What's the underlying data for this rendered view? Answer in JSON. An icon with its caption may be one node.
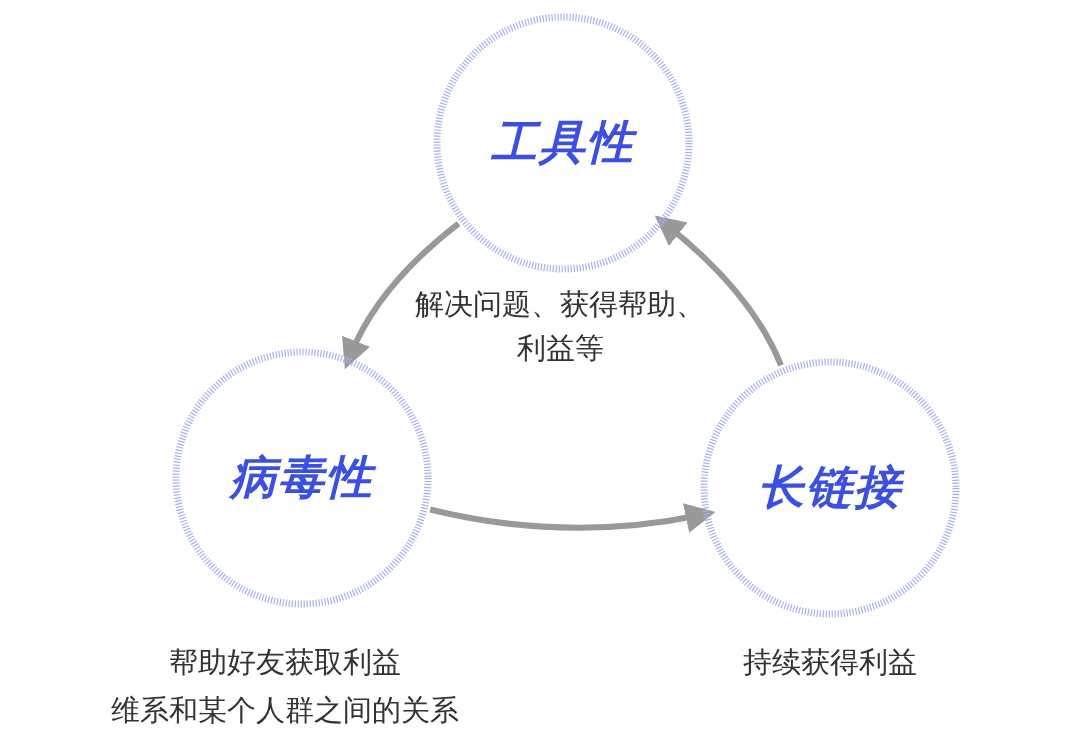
{
  "diagram": {
    "nodes": [
      {
        "text": [
          "工具性"
        ]
      },
      {
        "text": [
          "病毒性"
        ],
        "beside": [
          "帮助好友获取利益",
          "维系和某个人群之间的关系"
        ]
      },
      {
        "text": [
          "长链接"
        ],
        "beside": [
          "持续获得利益"
        ]
      }
    ],
    "edges": [
      {
        "from": 0,
        "to": 1,
        "arrow": "to"
      },
      {
        "from": 1,
        "to": 2,
        "arrow": "to"
      },
      {
        "from": 2,
        "to": 0,
        "arrow": "to"
      }
    ],
    "labels": [
      "解决问题、获得帮助、利益等"
    ]
  }
}
